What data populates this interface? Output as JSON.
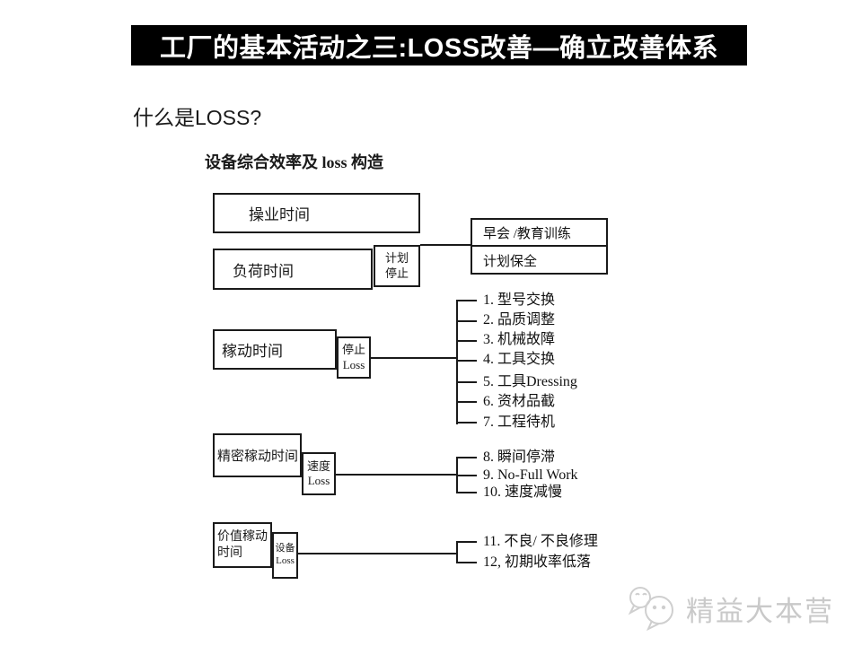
{
  "title": "工厂的基本活动之三:LOSS改善—确立改善体系",
  "question": "什么是LOSS?",
  "diagram": {
    "title": "设备综合效率及 loss 构造",
    "boxes": {
      "operation_time": "操业时间",
      "load_time": "负荷时间",
      "planned_stop": {
        "line1": "计划",
        "line2": "停止"
      },
      "schedule_box": {
        "row1": "早会 /教育训练",
        "row2": "计划保全"
      },
      "running_time": "稼动时间",
      "stop_loss": {
        "line1": "停止",
        "line2": "Loss"
      },
      "precise_running_time": "精密稼动时间",
      "speed_loss": {
        "line1": "速度",
        "line2": "Loss"
      },
      "value_running_time": {
        "line1": "价值稼动",
        "line2": "时间"
      },
      "equipment_loss": {
        "line1": "设备",
        "line2": "Loss"
      }
    },
    "loss_groups": [
      {
        "name": "stop-loss-items",
        "items": [
          "1. 型号交换",
          "2. 品质调整",
          "3. 机械故障",
          "4. 工具交换",
          "5. 工具Dressing",
          "6. 资材品截",
          "7. 工程待机"
        ]
      },
      {
        "name": "speed-loss-items",
        "items": [
          "8. 瞬间停滞",
          "9. No-Full Work",
          "10. 速度减慢"
        ]
      },
      {
        "name": "equipment-loss-items",
        "items": [
          "11. 不良/ 不良修理",
          "12, 初期收率低落"
        ]
      }
    ]
  },
  "watermark": {
    "text": "精益大本营"
  },
  "colors": {
    "title_bar_bg": "#000000",
    "title_text": "#ffffff",
    "line": "#1a1a1a",
    "watermark": "#c9c9c9"
  }
}
